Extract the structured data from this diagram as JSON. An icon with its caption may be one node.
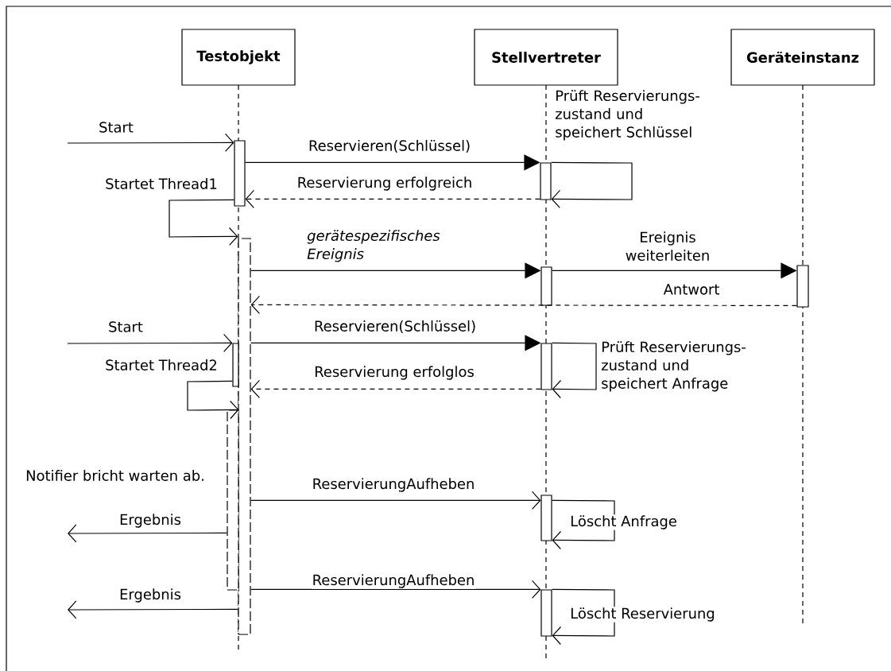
{
  "diagram": {
    "nodes": [
      {
        "text": [
          "Testobjekt"
        ]
      },
      {
        "text": [
          "Stellvertreter"
        ]
      },
      {
        "text": [
          "Geräteinstanz"
        ]
      },
      {
        "text": [],
        "shape": "bar"
      },
      {
        "text": [],
        "shape": "bar"
      },
      {
        "text": [],
        "shape": "bar"
      },
      {
        "text": [],
        "shape": "bar"
      },
      {
        "text": [],
        "shape": "bar"
      },
      {
        "text": [],
        "shape": "bar"
      },
      {
        "text": [],
        "shape": "bar"
      },
      {
        "text": [],
        "shape": "bar"
      },
      {
        "text": [],
        "shape": "bar"
      },
      {
        "text": [],
        "shape": "bar"
      }
    ],
    "edges": [
      {
        "from": null,
        "to": 3,
        "arrow": "to",
        "label": "Start"
      },
      {
        "from": 3,
        "to": 4,
        "arrow": "to",
        "label": "Reservieren(Schlüssel)"
      },
      {
        "from": 4,
        "to": 4,
        "arrow": "to",
        "label": "Prüft Reservierungs- zustand und speichert Schlüssel"
      },
      {
        "from": 4,
        "to": 3,
        "arrow": "to",
        "label": "Reservierung erfolgreich",
        "style": "dashed"
      },
      {
        "from": 3,
        "to": 5,
        "arrow": "to",
        "label": "Startet Thread1"
      },
      {
        "from": 5,
        "to": 6,
        "arrow": "to",
        "label": "gerätespezifisches Ereignis"
      },
      {
        "from": 6,
        "to": 7,
        "arrow": "to",
        "label": "Ereignis weiterleiten"
      },
      {
        "from": 7,
        "to": 5,
        "arrow": "to",
        "label": "Antwort",
        "style": "dashed"
      },
      {
        "from": null,
        "to": 8,
        "arrow": "to",
        "label": "Start"
      },
      {
        "from": 5,
        "to": 9,
        "arrow": "to",
        "label": "Reservieren(Schlüssel)"
      },
      {
        "from": 9,
        "to": 9,
        "arrow": "to",
        "label": "Prüft Reservierungs- zustand und speichert Anfrage"
      },
      {
        "from": 9,
        "to": 5,
        "arrow": "to",
        "label": "Reservierung erfolglos",
        "style": "dashed"
      },
      {
        "from": 8,
        "to": 10,
        "arrow": "to",
        "label": "Startet Thread2"
      },
      {
        "from": 5,
        "to": 11,
        "arrow": "to",
        "label": "ReservierungAufheben"
      },
      {
        "from": 11,
        "to": 11,
        "arrow": "to",
        "label": "Löscht Anfrage"
      },
      {
        "from": 10,
        "to": null,
        "arrow": "to",
        "label": "Ergebnis"
      },
      {
        "from": 5,
        "to": 12,
        "arrow": "to",
        "label": "ReservierungAufheben"
      },
      {
        "from": 12,
        "to": 12,
        "arrow": "to",
        "label": "Löscht Reservierung"
      },
      {
        "from": 5,
        "to": null,
        "arrow": "to",
        "label": "Ergebnis"
      }
    ],
    "labels": [
      "Notifier bricht warten ab."
    ]
  }
}
